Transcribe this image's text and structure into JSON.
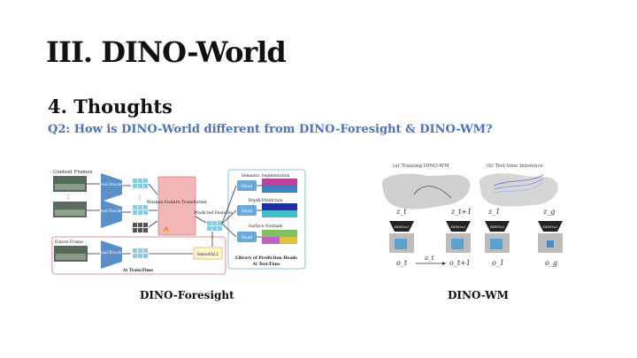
{
  "slide": {
    "title": "III. DINO-World",
    "subtitle": "4. Thoughts",
    "question": "Q2: How is DINO-World different from DINO-Foresight & DINO-WM?"
  },
  "figures": {
    "foresight": {
      "caption": "DINO-Foresight",
      "context_frames": "Context Frames",
      "future_frame": "Future Frame",
      "visual_encoder": "Visual Encoder",
      "masked_transformer": "Masked Feature Transformer",
      "predicted_features": "Predicted Features",
      "semantic_seg": "Semantic Segmentation",
      "depth_pred": "Depth Prediction",
      "surface_normals": "Surface Normals",
      "head": "Head",
      "smooth_l1": "SmoothL1",
      "at_train_time": "At Train-Time",
      "library_heads": "Library of Prediction Heads",
      "at_test_time": "At Test-Time"
    },
    "wm": {
      "caption": "DINO-WM",
      "training": "(a) Training DINO-WM",
      "inference": "(b) Test-time Inference",
      "z_t": "z_t",
      "z_t1": "z_t+1",
      "z_1": "z_1",
      "z_g": "z_g",
      "dino_label": "DINOv2",
      "o_t": "o_t",
      "a_t": "a_t",
      "o_t1": "o_t+1",
      "o_1": "o_1",
      "o_g": "o_g"
    }
  }
}
